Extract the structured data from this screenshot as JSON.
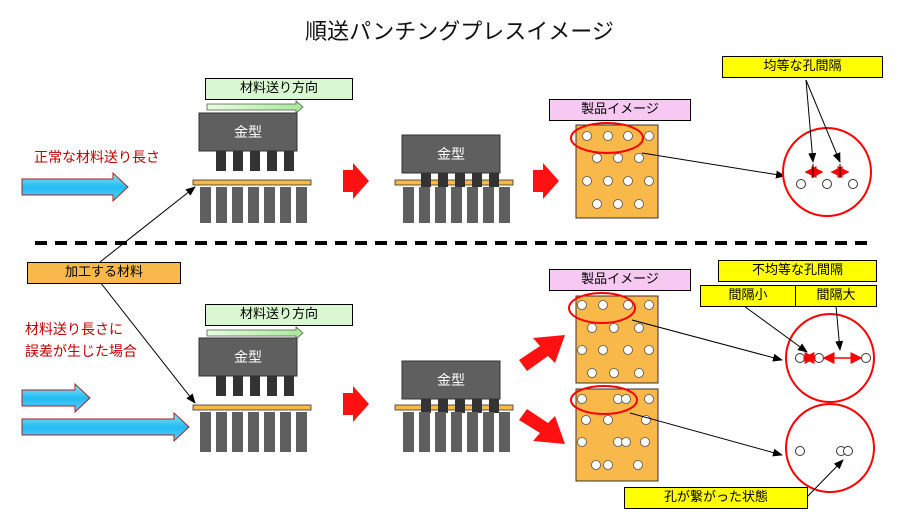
{
  "title": "順送パンチングプレスイメージ",
  "top": {
    "feed_direction": "材料送り方向",
    "die_label": "金型",
    "normal_feed": "正常な材料送り長さ",
    "product_image": "製品イメージ",
    "equal_spacing": "均等な孔間隔"
  },
  "bottom": {
    "feed_direction": "材料送り方向",
    "die_label": "金型",
    "feed_error_line1": "材料送り長さに",
    "feed_error_line2": "誤差が生じた場合",
    "product_image": "製品イメージ",
    "unequal_spacing": "不均等な孔間隔",
    "spacing_small": "間隔小",
    "spacing_large": "間隔大",
    "holes_joined": "孔が繋がった状態"
  },
  "material_label": "加工する材料",
  "colors": {
    "material": "#f8b84a",
    "die": "#5f5f5f",
    "red": "#ff0000",
    "feed_arrow": "#33ccff"
  }
}
